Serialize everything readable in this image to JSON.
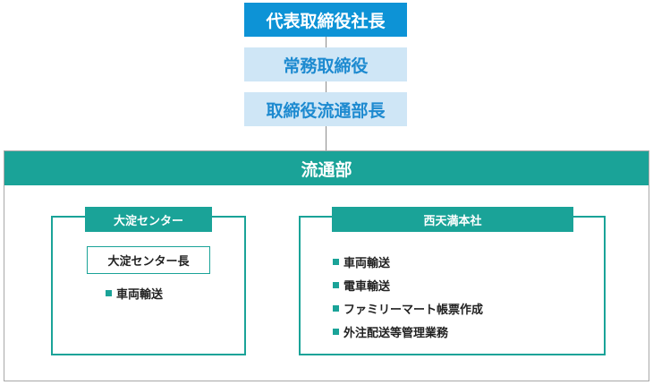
{
  "top": {
    "ceo": "代表取締役社長",
    "managing_director": "常務取締役",
    "director": "取締役流通部長"
  },
  "department": {
    "title": "流通部"
  },
  "units": [
    {
      "name": "大淀センター",
      "role": "大淀センター長",
      "items": [
        "車両輸送"
      ]
    },
    {
      "name": "西天満本社",
      "items": [
        "車両輸送",
        "電車輸送",
        "ファミリーマート帳票作成",
        "外注配送等管理業務"
      ]
    }
  ],
  "colors": {
    "primary_blue": "#0d93d6",
    "light_blue": "#cfe6f6",
    "teal": "#1aa398",
    "connector": "#8c8c8c"
  }
}
